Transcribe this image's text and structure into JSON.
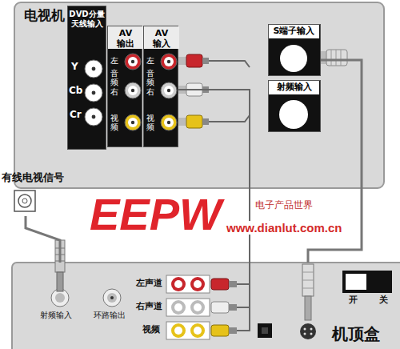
{
  "diagram": {
    "nodes": [
      {
        "text": [
          "电视机"
        ]
      },
      {
        "text": [
          "DVD分量 天线输入"
        ],
        "in": 0
      },
      {
        "text": [
          "AV 输出",
          "左",
          "音频",
          "右",
          "视频"
        ],
        "in": 0
      },
      {
        "text": [
          "AV 输入",
          "左",
          "音频",
          "右",
          "视频"
        ],
        "in": 0
      },
      {
        "text": [
          "S端子输入"
        ],
        "in": 0
      },
      {
        "text": [
          "射频输入"
        ],
        "in": 0
      },
      {
        "text": [
          "有线电视信号"
        ]
      },
      {
        "text": [
          "机顶盒"
        ]
      }
    ],
    "edges": [
      {
        "from": 3,
        "to": 7,
        "arrow": "none"
      },
      {
        "from": 4,
        "to": 7,
        "arrow": "none"
      },
      {
        "from": 6,
        "to": 7,
        "arrow": "none"
      }
    ],
    "labels": [
      "Y",
      "Cb",
      "Cr",
      "EEPW",
      "电子产品世界",
      "www.dianlut.com.cn",
      "射频输入",
      "环路输出",
      "左声道",
      "右声道",
      "视频",
      "开",
      "关"
    ]
  }
}
